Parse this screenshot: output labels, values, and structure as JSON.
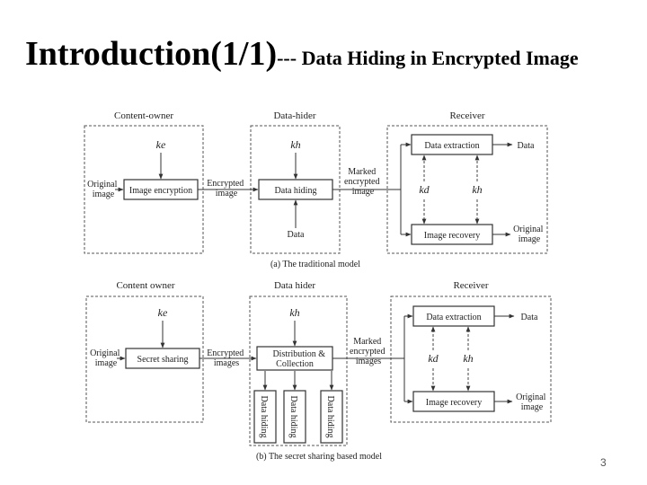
{
  "slide": {
    "title_main": "Introduction(1/1)",
    "title_sub": "--- Data Hiding in Encrypted Image",
    "page_number": "3"
  },
  "diagram_a": {
    "header_content_owner": "Content-owner",
    "header_data_hider": "Data-hider",
    "header_receiver": "Receiver",
    "key_ke": "ke",
    "key_kh": "kh",
    "key_kd": "kd",
    "key_kh2": "kh",
    "original_image_1": "Original",
    "original_image_2": "image",
    "image_encryption": "Image encryption",
    "encrypted_image_1": "Encrypted",
    "encrypted_image_2": "image",
    "data_hiding": "Data hiding",
    "data_in": "Data",
    "marked_1": "Marked",
    "marked_2": "encrypted",
    "marked_3": "image",
    "data_extraction": "Data extraction",
    "data_out": "Data",
    "image_recovery": "Image recovery",
    "original_out_1": "Original",
    "original_out_2": "image",
    "caption": "(a) The traditional model"
  },
  "diagram_b": {
    "header_content_owner": "Content owner",
    "header_data_hider": "Data hider",
    "header_receiver": "Receiver",
    "key_ke": "ke",
    "key_kh": "kh",
    "key_kd": "kd",
    "key_kh2": "kh",
    "original_image_1": "Original",
    "original_image_2": "image",
    "secret_sharing": "Secret sharing",
    "encrypted_images_1": "Encrypted",
    "encrypted_images_2": "images",
    "distribution_1": "Distribution &",
    "distribution_2": "Collection",
    "data_hiding_1": "Data hiding",
    "data_hiding_2": "Data hiding",
    "data_hiding_3": "Data hiding",
    "marked_1": "Marked",
    "marked_2": "encrypted",
    "marked_3": "images",
    "data_extraction": "Data extraction",
    "data_out": "Data",
    "image_recovery": "Image recovery",
    "original_out_1": "Original",
    "original_out_2": "image",
    "caption": "(b) The secret sharing based model"
  }
}
